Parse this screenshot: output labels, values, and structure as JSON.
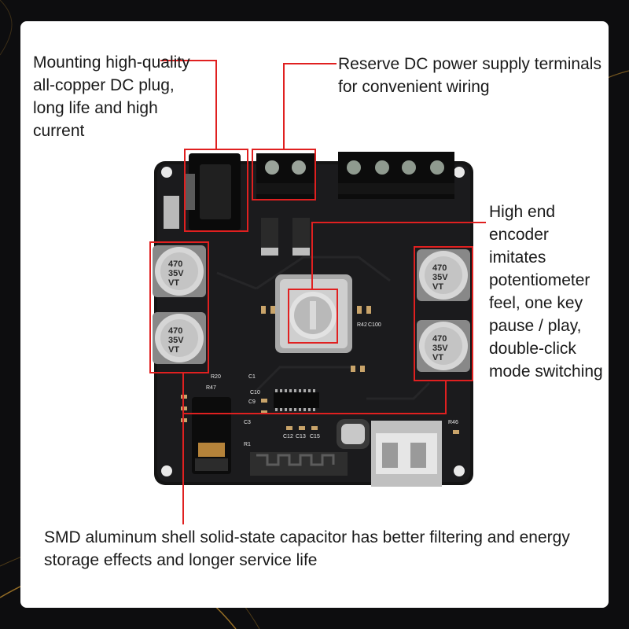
{
  "callouts": {
    "dc_plug": "Mounting high-quality all-copper DC plug, long life and high current",
    "power_terminals": "Reserve DC power supply terminals for convenient wiring",
    "encoder": "High end encoder imitates potentiometer feel, one key pause / play, double-click mode switching",
    "capacitors": "SMD aluminum shell solid-state capacitor has better filtering and energy storage effects and longer service life"
  },
  "capacitor_label": {
    "value": "470",
    "voltage": "35V",
    "brand": "VT"
  },
  "silkscreen": {
    "r20": "R20",
    "r47": "R47",
    "c1": "C1",
    "c9": "C9",
    "c10": "C10",
    "r42": "R42",
    "c100": "C100",
    "c12": "C12",
    "c13": "C13",
    "c15": "C15",
    "r46": "R46",
    "r1": "R1",
    "c3": "C3"
  },
  "colors": {
    "highlight": "#e02020",
    "board": "#121212",
    "panel": "#ffffff",
    "background": "#0d0d0f"
  }
}
